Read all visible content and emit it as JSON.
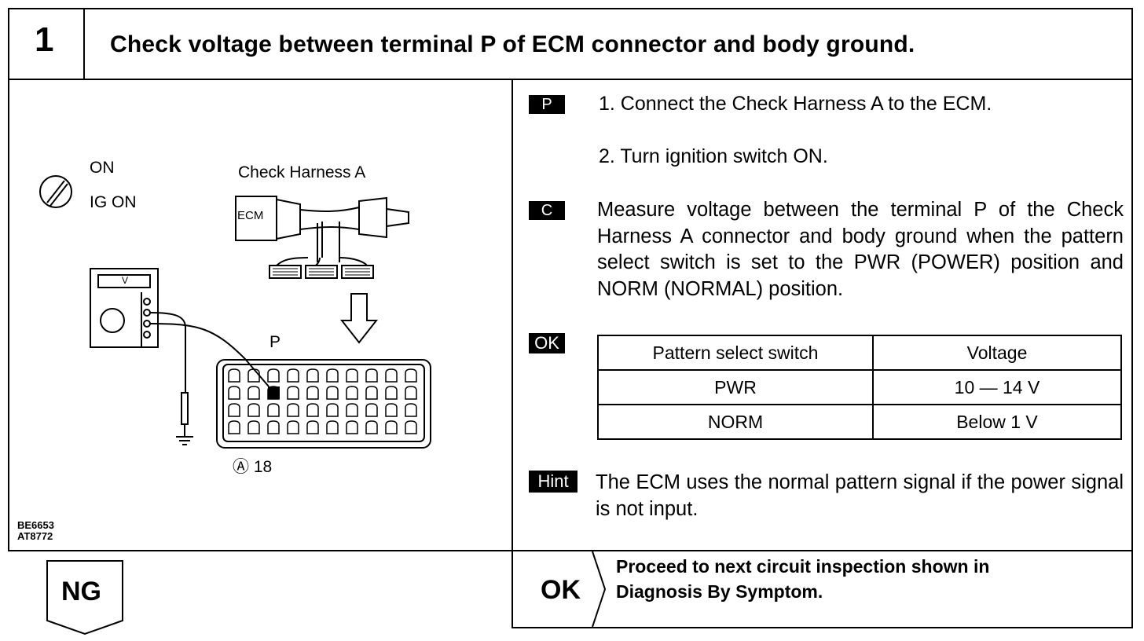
{
  "step": {
    "number": "1",
    "title": "Check voltage between terminal P of ECM connector and body ground."
  },
  "figure": {
    "switch_on": "ON",
    "switch_ig": "IG ON",
    "harness_label": "Check Harness A",
    "ecm_label": "ECM",
    "meter_label": "V",
    "terminal_label": "P",
    "connector_id": "Ⓐ 18",
    "codes": [
      "BE6653",
      "AT8772"
    ]
  },
  "procedure": {
    "prepare_badge": "P",
    "steps": [
      "1.  Connect the Check Harness A to the ECM.",
      "2.  Turn ignition switch ON."
    ],
    "check_badge": "C",
    "check_text": "Measure voltage between the terminal P of the Check Harness A connector and body ground when the pattern select switch is set to the PWR (POWER) position and NORM (NORMAL) position.",
    "ok_badge": "OK",
    "table": {
      "headers": [
        "Pattern select switch",
        "Voltage"
      ],
      "rows": [
        [
          "PWR",
          "10 — 14 V"
        ],
        [
          "NORM",
          "Below 1 V"
        ]
      ]
    },
    "hint_badge": "Hint",
    "hint_text": "The ECM uses the normal pattern signal if the power signal is not input."
  },
  "result": {
    "ng_label": "NG",
    "ok_label": "OK",
    "ok_text_line1": "Proceed to next circuit inspection shown in",
    "ok_text_line2": "Diagnosis By Symptom."
  }
}
